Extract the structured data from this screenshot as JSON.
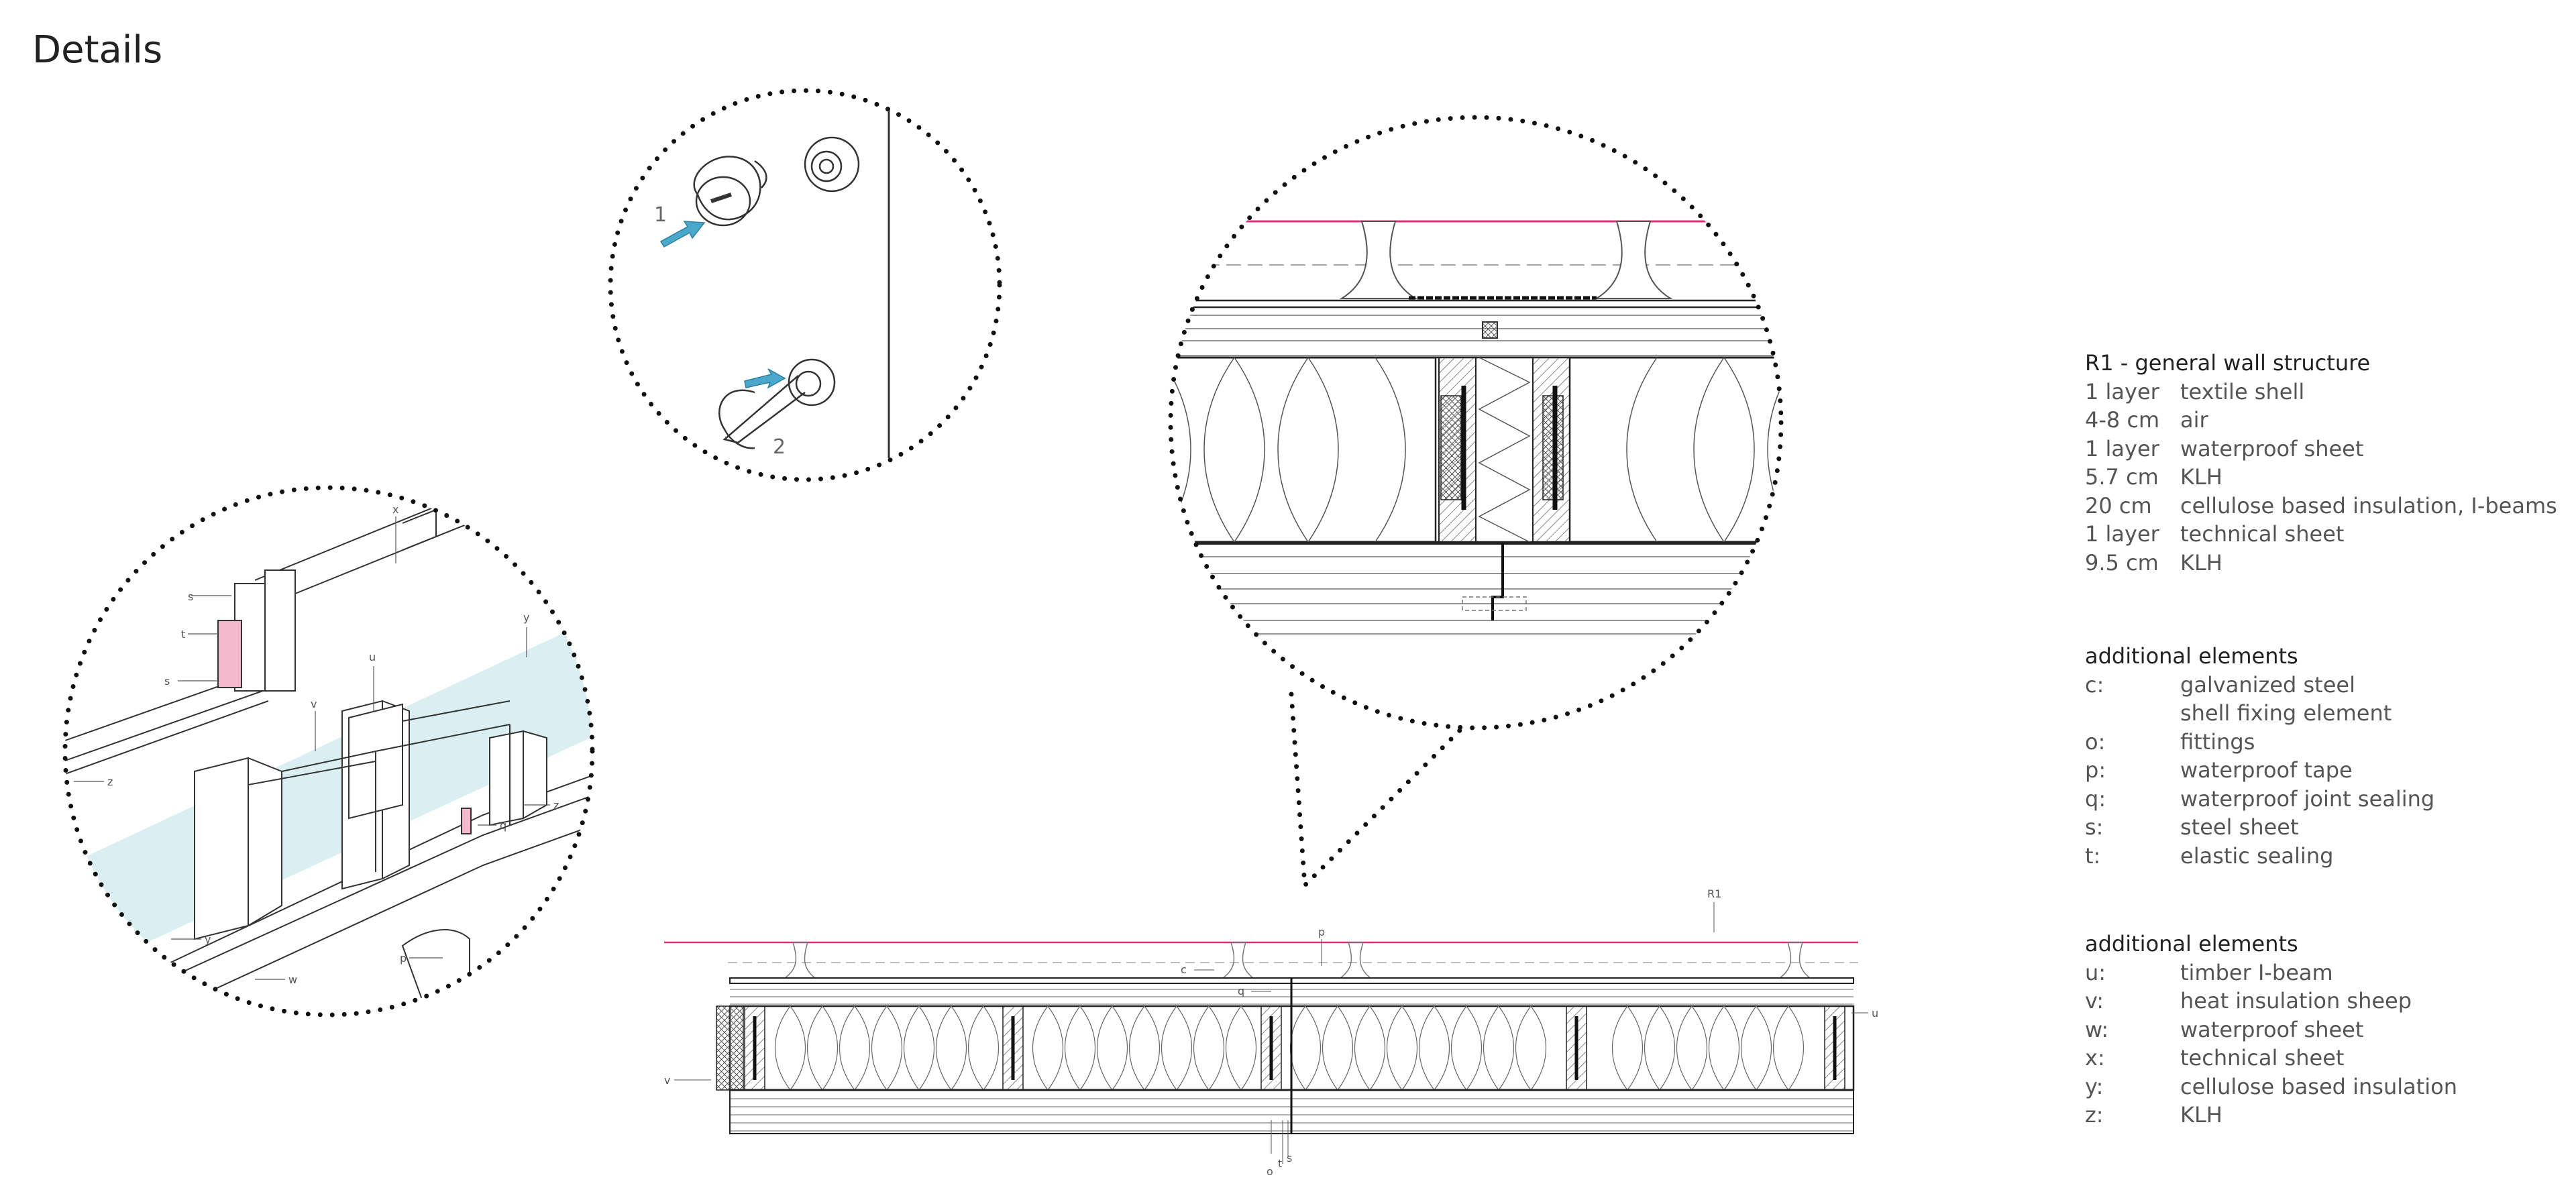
{
  "page": {
    "title": "Details"
  },
  "detail_labels": {
    "step1": "1",
    "step2": "2",
    "c": "c",
    "o": "o",
    "p": "p",
    "q": "q",
    "s": "s",
    "t": "t",
    "u": "u",
    "v": "v",
    "w": "w",
    "x": "x",
    "y": "y",
    "z": "z",
    "r1": "R1"
  },
  "legend_structure": {
    "title": "R1 - general wall structure",
    "rows": [
      {
        "thickness": "1 layer",
        "material": "textile shell"
      },
      {
        "thickness": "4-8 cm",
        "material": "air"
      },
      {
        "thickness": "1 layer",
        "material": "waterproof sheet"
      },
      {
        "thickness": "5.7 cm",
        "material": "KLH"
      },
      {
        "thickness": "20 cm",
        "material": "cellulose based insulation, I-beams"
      },
      {
        "thickness": "1 layer",
        "material": "technical sheet"
      },
      {
        "thickness": "9.5 cm",
        "material": "KLH"
      }
    ]
  },
  "legend_additional_1": {
    "title": "additional elements",
    "rows": [
      {
        "key": "c:",
        "value": "galvanized steel"
      },
      {
        "key": "",
        "value": "shell fixing element"
      },
      {
        "key": "o:",
        "value": "fittings"
      },
      {
        "key": "p:",
        "value": "waterproof tape"
      },
      {
        "key": "q:",
        "value": "waterproof joint sealing"
      },
      {
        "key": "s:",
        "value": "steel sheet"
      },
      {
        "key": "t:",
        "value": "elastic sealing"
      }
    ]
  },
  "legend_additional_2": {
    "title": "additional elements",
    "rows": [
      {
        "key": "u:",
        "value": "timber I-beam"
      },
      {
        "key": "v:",
        "value": "heat insulation sheep"
      },
      {
        "key": "w:",
        "value": "waterproof sheet"
      },
      {
        "key": "x:",
        "value": "technical sheet"
      },
      {
        "key": "y:",
        "value": "cellulose based insulation"
      },
      {
        "key": "z:",
        "value": "KLH"
      }
    ]
  },
  "colors": {
    "membrane": "#e0307a",
    "glass": "#cfe9ee",
    "sealing": "#f4b8cc",
    "arrow": "#4aa8cc",
    "line": "#333333"
  }
}
